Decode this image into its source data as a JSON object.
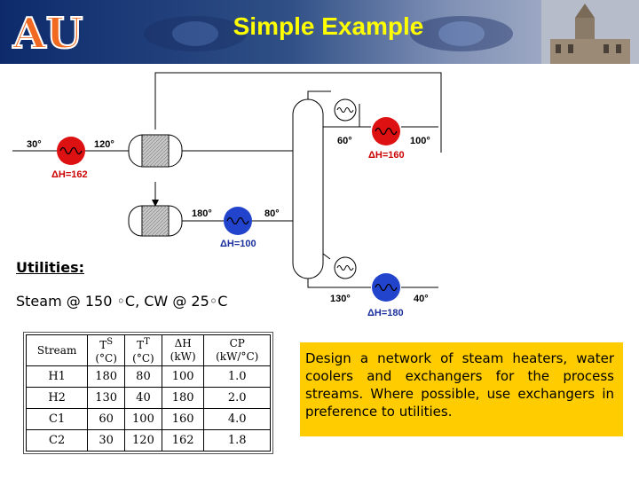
{
  "header": {
    "title": "Simple Example",
    "logo_text": "AU"
  },
  "diagram": {
    "c2_inlet": "30°",
    "c2_heater_duty": "ΔH=162",
    "c2_after_heater": "120°",
    "h1_outlet_after_cooler": "180°",
    "h1_cooler_duty": "ΔH=100",
    "h1_inlet": "80°",
    "c1_temp": "60°",
    "c1_heater_duty": "ΔH=160",
    "c1_outlet": "100°",
    "h2_temp": "130°",
    "h2_cooler_duty": "ΔH=180",
    "h2_outlet": "40°"
  },
  "utilities": {
    "label": "Utilities:",
    "text": "Steam @ 150 ◦C, CW @ 25◦C"
  },
  "table": {
    "headers": [
      "Stream",
      "T",
      "(°C)",
      "T",
      "(°C)",
      "ΔH",
      "(kW)",
      "CP",
      "(kW/°C)"
    ],
    "header_sup": [
      "S",
      "T"
    ],
    "rows": [
      [
        "H1",
        "180",
        "80",
        "100",
        "1.0"
      ],
      [
        "H2",
        "130",
        "40",
        "180",
        "2.0"
      ],
      [
        "C1",
        "60",
        "100",
        "160",
        "4.0"
      ],
      [
        "C2",
        "30",
        "120",
        "162",
        "1.8"
      ]
    ]
  },
  "note": "Design a network of steam heaters, water coolers and exchangers for the process streams. Where possible, use exchangers in preference to utilities."
}
